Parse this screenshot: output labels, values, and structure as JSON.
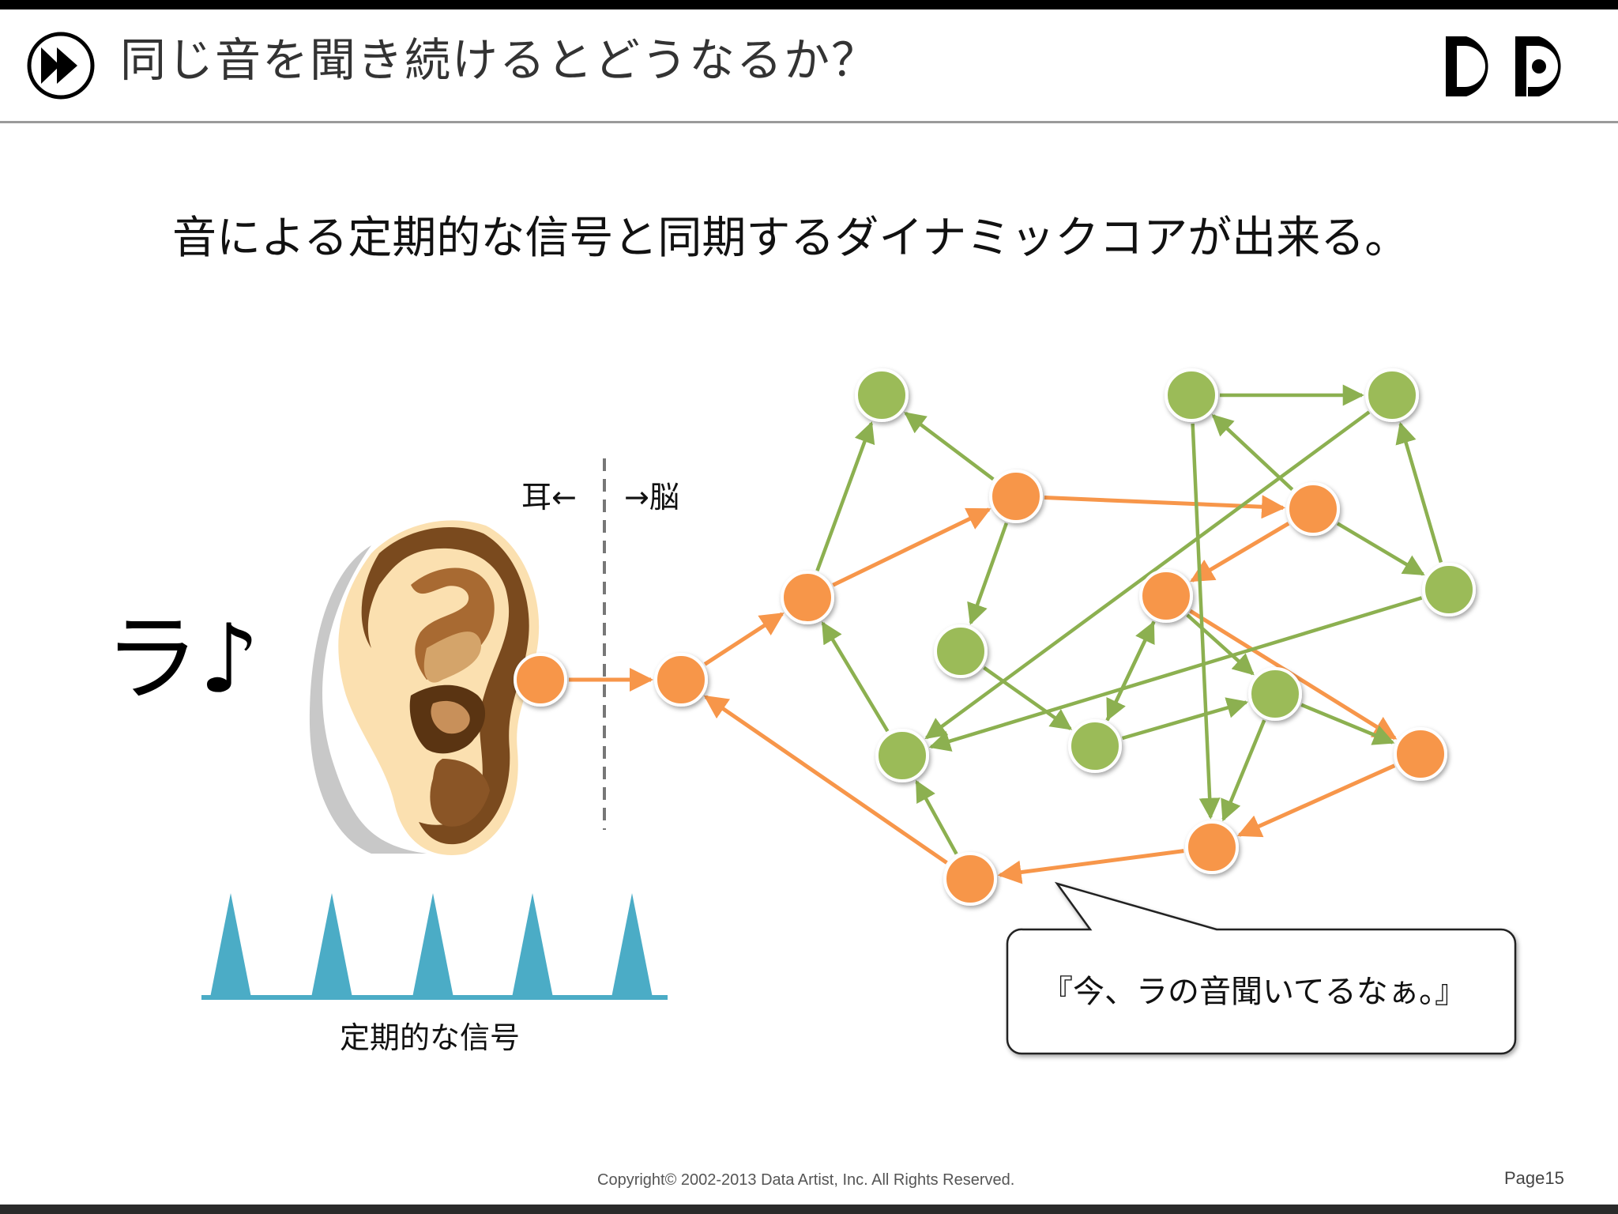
{
  "header": {
    "title": "同じ音を聞き続けるとどうなるか？",
    "nav_icon": "play-forward-icon",
    "logo_text": "DP"
  },
  "headline": "音による定期的な信号と同期するダイナミックコアが出来る。",
  "sound_label": "ラ♪",
  "ear_label": "耳←",
  "brain_label": "→脳",
  "signal_label": "定期的な信号",
  "speech_bubble": "『今、ラの音聞いてるなぁ。』",
  "footer": {
    "copyright": "Copyright© 2002-2013 Data Artist, Inc.   All Rights Reserved.",
    "page": "Page15"
  },
  "colors": {
    "orange_node": "#f7964a",
    "green_node": "#9bbb59",
    "orange_edge": "#f7964a",
    "green_edge": "#8cb050",
    "signal_spike": "#4bacc6",
    "ear_dark": "#7a4a1e",
    "ear_light": "#fbe0b0",
    "ear_shadow": "#c8c8c8"
  },
  "network": {
    "nodes": [
      {
        "id": "ear",
        "color": "orange"
      },
      {
        "id": "in",
        "color": "orange"
      },
      {
        "id": "o1",
        "color": "orange"
      },
      {
        "id": "o2",
        "color": "orange"
      },
      {
        "id": "o3",
        "color": "orange"
      },
      {
        "id": "o4",
        "color": "orange"
      },
      {
        "id": "o5",
        "color": "orange"
      },
      {
        "id": "o6",
        "color": "orange"
      },
      {
        "id": "o7",
        "color": "orange"
      },
      {
        "id": "g1",
        "color": "green"
      },
      {
        "id": "g2",
        "color": "green"
      },
      {
        "id": "g3",
        "color": "green"
      },
      {
        "id": "g4",
        "color": "green"
      },
      {
        "id": "g5",
        "color": "green"
      },
      {
        "id": "g6",
        "color": "green"
      },
      {
        "id": "g7",
        "color": "green"
      },
      {
        "id": "g8",
        "color": "green"
      }
    ],
    "edges": [
      {
        "from": "ear",
        "to": "in",
        "color": "orange"
      },
      {
        "from": "in",
        "to": "o1",
        "color": "orange"
      },
      {
        "from": "o1",
        "to": "o2",
        "color": "orange"
      },
      {
        "from": "o2",
        "to": "o3",
        "color": "orange"
      },
      {
        "from": "o3",
        "to": "o4",
        "color": "orange"
      },
      {
        "from": "o4",
        "to": "o5",
        "color": "orange"
      },
      {
        "from": "o5",
        "to": "o6",
        "color": "orange"
      },
      {
        "from": "o6",
        "to": "o7",
        "color": "orange"
      },
      {
        "from": "o7",
        "to": "in",
        "color": "orange"
      },
      {
        "from": "o1",
        "to": "g1",
        "color": "green"
      },
      {
        "from": "o2",
        "to": "g1",
        "color": "green"
      },
      {
        "from": "o2",
        "to": "g2",
        "color": "green"
      },
      {
        "from": "g2",
        "to": "g3",
        "color": "green"
      },
      {
        "from": "g3",
        "to": "o4",
        "color": "green"
      },
      {
        "from": "g3",
        "to": "g8",
        "color": "green"
      },
      {
        "from": "o3",
        "to": "g6",
        "color": "green"
      },
      {
        "from": "g6",
        "to": "g7",
        "color": "green"
      },
      {
        "from": "g6",
        "to": "g5",
        "color": "green"
      },
      {
        "from": "o4",
        "to": "g8",
        "color": "green"
      },
      {
        "from": "g4",
        "to": "o6",
        "color": "green"
      },
      {
        "from": "g4",
        "to": "g5",
        "color": "green"
      },
      {
        "from": "g5",
        "to": "g7",
        "color": "green"
      },
      {
        "from": "g7",
        "to": "o1",
        "color": "green"
      },
      {
        "from": "o7",
        "to": "g7",
        "color": "green"
      },
      {
        "from": "o3",
        "to": "g4",
        "color": "green"
      },
      {
        "from": "o4",
        "to": "g3",
        "color": "green"
      },
      {
        "from": "g8",
        "to": "o6",
        "color": "green"
      },
      {
        "from": "g8",
        "to": "o5",
        "color": "green"
      }
    ]
  }
}
